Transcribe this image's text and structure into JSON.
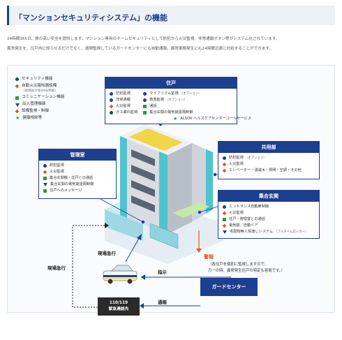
{
  "header": {
    "title": "「マンションセキュリティシステム」の機能"
  },
  "intro": {
    "line1": "24時間365日、質の高い安全を提供します。マンション専用のホームセキュリティとして防犯から火災監視、非常通報ボタン等がシステム化されています。",
    "line2": "異常発生を、住戸内に知らせるだけでなく、遠隔監視しているガードセンターにも自動通報。異常事態発生にも24時間迅速に対処することができます。"
  },
  "legend": {
    "items": [
      {
        "marker": "circle",
        "label": "セキュリティ機能"
      },
      {
        "marker": "diamond",
        "label": "自動火災報知器設備",
        "note": "（総務省令第40号準拠）"
      },
      {
        "marker": "square",
        "label": "コミュニケーション機能"
      },
      {
        "marker": "tri",
        "label": "出入管理機能"
      },
      {
        "marker": "diamond",
        "label": "設備監視・制御"
      },
      {
        "marker": "star",
        "label": "健康相談等"
      }
    ]
  },
  "dwelling": {
    "title": "住戸",
    "left": [
      {
        "marker": "circle",
        "label": "防犯監視"
      },
      {
        "marker": "circle",
        "label": "非常通報"
      },
      {
        "marker": "diamond",
        "label": "火災監視"
      },
      {
        "marker": "circle",
        "label": "ガス漏れ監視"
      }
    ],
    "right": [
      {
        "marker": "circle",
        "label": "ライフリズム監視",
        "opt": "（オプション）"
      },
      {
        "marker": "circle",
        "label": "救急監視",
        "opt": "（オプション）"
      },
      {
        "marker": "square",
        "label": "通話"
      },
      {
        "marker": "square",
        "label": "集合玄関の電気錠遠隔制御"
      }
    ],
    "bottom": {
      "marker": "star",
      "label": "ALSOK ヘルスケアセンターコールサービス"
    }
  },
  "management": {
    "title": "管理室",
    "items": [
      {
        "marker": "circle",
        "label": "防犯監視"
      },
      {
        "marker": "diamond",
        "label": "火災監視"
      },
      {
        "marker": "square",
        "label": "集合玄関機・住戸との通話"
      },
      {
        "marker": "tri",
        "label": "集合玄関の電気錠遠隔制御"
      },
      {
        "marker": "square",
        "label": "住戸へのメッセージ"
      }
    ]
  },
  "common": {
    "title": "共用部",
    "items": [
      {
        "marker": "circle",
        "label": "防犯監視",
        "opt": "（オプション）"
      },
      {
        "marker": "diamond",
        "label": "火災監視"
      },
      {
        "marker": "diamond",
        "label": "エレベーター・湧減水・照明・空調・その他"
      }
    ]
  },
  "entrance": {
    "title": "集合玄関",
    "items": [
      {
        "marker": "circle",
        "label": "エントランス自動扉制御"
      },
      {
        "marker": "diamond",
        "label": "火災監視"
      },
      {
        "marker": "square",
        "label": "住戸・管理室との通話"
      },
      {
        "marker": "diamond",
        "label": "電気錠／自動ドア"
      },
      {
        "marker": "tri",
        "label": "宅配物無人受渡しシステム",
        "opt": "（フルタイムロッカー）"
      }
    ]
  },
  "flow": {
    "onsite_rush_1": "現場急行",
    "onsite_rush_2": "現場急行",
    "instruction": "指示",
    "report": "通報",
    "guard_center": "ガードセンター",
    "emergency_line1": "110/119",
    "emergency_line2": "緊急連絡先"
  },
  "alert": {
    "title": "警報",
    "line1": "（各住戸を個別に監視しますので、",
    "line2": "万一の時、異常発生住戸の特定も容易です。）"
  },
  "colors": {
    "navy": "#1d3f8f",
    "teal": "#4fc3cf",
    "orange": "#e05a1d",
    "green": "#2c9b3c"
  }
}
